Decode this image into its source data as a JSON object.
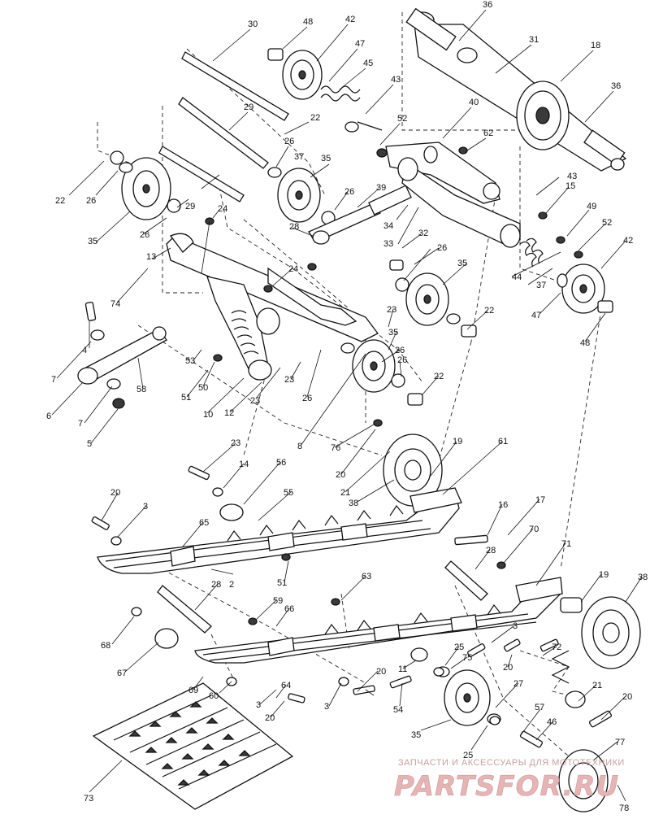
{
  "diagram": {
    "callouts": [
      {
        "id": "c36a",
        "text": "36"
      },
      {
        "id": "c30",
        "text": "30"
      },
      {
        "id": "c48a",
        "text": "48"
      },
      {
        "id": "c42a",
        "text": "42"
      },
      {
        "id": "c47a",
        "text": "47"
      },
      {
        "id": "c31",
        "text": "31"
      },
      {
        "id": "c18",
        "text": "18"
      },
      {
        "id": "c36b",
        "text": "36"
      },
      {
        "id": "c45",
        "text": "45"
      },
      {
        "id": "c43a",
        "text": "43"
      },
      {
        "id": "c40",
        "text": "40"
      },
      {
        "id": "c22a",
        "text": "22"
      },
      {
        "id": "c29a",
        "text": "29"
      },
      {
        "id": "c52a",
        "text": "52"
      },
      {
        "id": "c62",
        "text": "62"
      },
      {
        "id": "c37a",
        "text": "37"
      },
      {
        "id": "c26a",
        "text": "26"
      },
      {
        "id": "c35a",
        "text": "35"
      },
      {
        "id": "c22b",
        "text": "22"
      },
      {
        "id": "c26b",
        "text": "26"
      },
      {
        "id": "c43b",
        "text": "43"
      },
      {
        "id": "c15",
        "text": "15"
      },
      {
        "id": "c29b",
        "text": "29"
      },
      {
        "id": "c39",
        "text": "39"
      },
      {
        "id": "c26c",
        "text": "26"
      },
      {
        "id": "c49",
        "text": "49"
      },
      {
        "id": "c24a",
        "text": "24"
      },
      {
        "id": "c34",
        "text": "34"
      },
      {
        "id": "c35b",
        "text": "35"
      },
      {
        "id": "c26d",
        "text": "26"
      },
      {
        "id": "c28a",
        "text": "28"
      },
      {
        "id": "c32",
        "text": "32"
      },
      {
        "id": "c52b",
        "text": "52"
      },
      {
        "id": "c33",
        "text": "33"
      },
      {
        "id": "c13",
        "text": "13"
      },
      {
        "id": "c26e",
        "text": "26"
      },
      {
        "id": "c42b",
        "text": "42"
      },
      {
        "id": "c74",
        "text": "74"
      },
      {
        "id": "c24b",
        "text": "24"
      },
      {
        "id": "c35c",
        "text": "35"
      },
      {
        "id": "c44",
        "text": "44"
      },
      {
        "id": "c37b",
        "text": "37"
      },
      {
        "id": "c47b",
        "text": "47"
      },
      {
        "id": "c23a",
        "text": "23"
      },
      {
        "id": "c22c",
        "text": "22"
      },
      {
        "id": "c4",
        "text": "4"
      },
      {
        "id": "c35d",
        "text": "35"
      },
      {
        "id": "c48b",
        "text": "48"
      },
      {
        "id": "c7a",
        "text": "7"
      },
      {
        "id": "c53",
        "text": "53"
      },
      {
        "id": "c26f",
        "text": "26"
      },
      {
        "id": "c26g",
        "text": "26"
      },
      {
        "id": "c58",
        "text": "58"
      },
      {
        "id": "c23b",
        "text": "23"
      },
      {
        "id": "c22d",
        "text": "22"
      },
      {
        "id": "c6",
        "text": "6"
      },
      {
        "id": "c50",
        "text": "50"
      },
      {
        "id": "c51a",
        "text": "51"
      },
      {
        "id": "c23c",
        "text": "23"
      },
      {
        "id": "c26h",
        "text": "26"
      },
      {
        "id": "c7b",
        "text": "7"
      },
      {
        "id": "c10",
        "text": "10"
      },
      {
        "id": "c12",
        "text": "12"
      },
      {
        "id": "c5",
        "text": "5"
      },
      {
        "id": "c8",
        "text": "8"
      },
      {
        "id": "c76",
        "text": "76"
      },
      {
        "id": "c19a",
        "text": "19"
      },
      {
        "id": "c61",
        "text": "61"
      },
      {
        "id": "c23d",
        "text": "23"
      },
      {
        "id": "c14",
        "text": "14"
      },
      {
        "id": "c56",
        "text": "56"
      },
      {
        "id": "c20a",
        "text": "20"
      },
      {
        "id": "c21a",
        "text": "21"
      },
      {
        "id": "c55",
        "text": "55"
      },
      {
        "id": "c38a",
        "text": "38"
      },
      {
        "id": "c20b",
        "text": "20"
      },
      {
        "id": "c3a",
        "text": "3"
      },
      {
        "id": "c65",
        "text": "65"
      },
      {
        "id": "c16",
        "text": "16"
      },
      {
        "id": "c17",
        "text": "17"
      },
      {
        "id": "c70",
        "text": "70"
      },
      {
        "id": "c28b",
        "text": "28"
      },
      {
        "id": "c71",
        "text": "71"
      },
      {
        "id": "c2",
        "text": "2"
      },
      {
        "id": "c51b",
        "text": "51"
      },
      {
        "id": "c28c",
        "text": "28"
      },
      {
        "id": "c63",
        "text": "63"
      },
      {
        "id": "c19b",
        "text": "19"
      },
      {
        "id": "c38b",
        "text": "38"
      },
      {
        "id": "c59",
        "text": "59"
      },
      {
        "id": "c66",
        "text": "66"
      },
      {
        "id": "c68",
        "text": "68"
      },
      {
        "id": "c3b",
        "text": "3"
      },
      {
        "id": "c25a",
        "text": "25"
      },
      {
        "id": "c75",
        "text": "75"
      },
      {
        "id": "c11",
        "text": "11"
      },
      {
        "id": "c67",
        "text": "67"
      },
      {
        "id": "c20c",
        "text": "20"
      },
      {
        "id": "c20d",
        "text": "20"
      },
      {
        "id": "c72",
        "text": "72"
      },
      {
        "id": "c27",
        "text": "27"
      },
      {
        "id": "c21b",
        "text": "21"
      },
      {
        "id": "c20e",
        "text": "20"
      },
      {
        "id": "c69",
        "text": "69"
      },
      {
        "id": "c60",
        "text": "60"
      },
      {
        "id": "c64",
        "text": "64"
      },
      {
        "id": "c3c",
        "text": "3"
      },
      {
        "id": "c54",
        "text": "54"
      },
      {
        "id": "c3d",
        "text": "3"
      },
      {
        "id": "c20f",
        "text": "20"
      },
      {
        "id": "c57",
        "text": "57"
      },
      {
        "id": "c46",
        "text": "46"
      },
      {
        "id": "c35e",
        "text": "35"
      },
      {
        "id": "c25b",
        "text": "25"
      },
      {
        "id": "c77",
        "text": "77"
      },
      {
        "id": "c73",
        "text": "73"
      },
      {
        "id": "c78",
        "text": "78"
      }
    ]
  },
  "watermark": {
    "line1": "ЗАПЧАСТИ И АКСЕССУАРЫ ДЛЯ МОТОТЕХНИКИ",
    "brand": "PARTSFOR.RU"
  }
}
